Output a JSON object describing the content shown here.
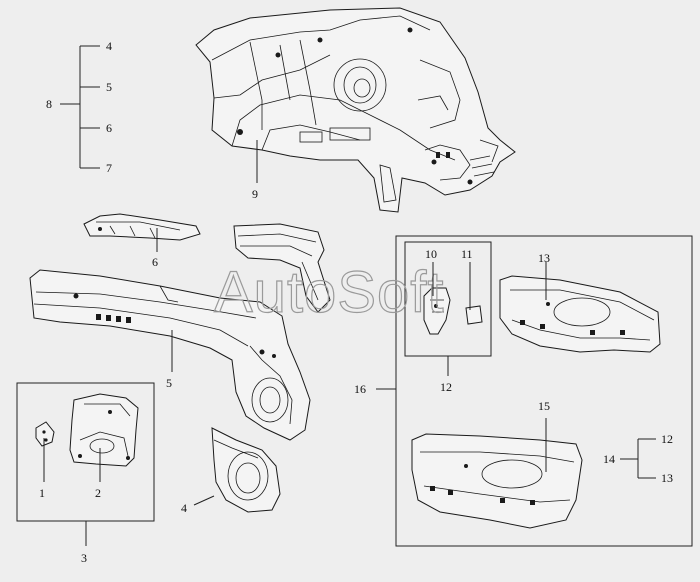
{
  "watermark": "AutoSoft",
  "labels": {
    "l1": "1",
    "l2": "2",
    "l3": "3",
    "l4": "4",
    "l4b": "4",
    "l5": "5",
    "l5b": "5",
    "l6": "6",
    "l6b": "6",
    "l7": "7",
    "l8": "8",
    "l9": "9",
    "l10": "10",
    "l11": "11",
    "l12a": "12",
    "l12b": "12",
    "l13a": "13",
    "l13b": "13",
    "l14": "14",
    "l15": "15",
    "l16": "16"
  }
}
